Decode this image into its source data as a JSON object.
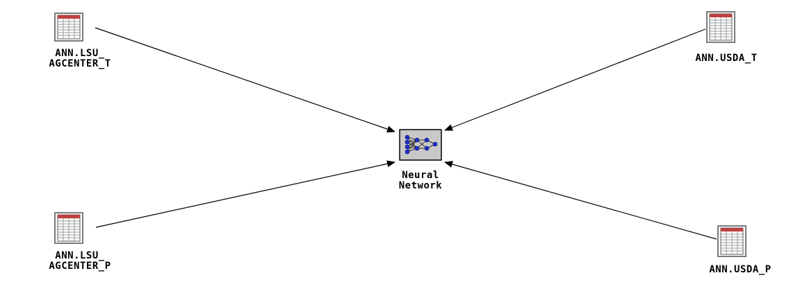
{
  "nodes": {
    "lsu_agcenter_t": {
      "label_line1": "ANN.LSU_",
      "label_line2": "AGCENTER_T",
      "icon": "data-table-icon"
    },
    "usda_t": {
      "label_line1": "ANN.USDA_T",
      "icon": "data-table-icon"
    },
    "lsu_agcenter_p": {
      "label_line1": "ANN.LSU_",
      "label_line2": "AGCENTER_P",
      "icon": "data-table-icon"
    },
    "usda_p": {
      "label_line1": "ANN.USDA_P",
      "icon": "data-table-icon"
    },
    "neural_network": {
      "label_line1": "Neural",
      "label_line2": "Network",
      "icon": "neural-network-icon"
    }
  },
  "edges": [
    {
      "from": "lsu_agcenter_t",
      "to": "neural_network"
    },
    {
      "from": "usda_t",
      "to": "neural_network"
    },
    {
      "from": "lsu_agcenter_p",
      "to": "neural_network"
    },
    {
      "from": "usda_p",
      "to": "neural_network"
    }
  ],
  "colors": {
    "edge": "#000000",
    "icon_frame": "#7a7a7a",
    "icon_header": "#c04040",
    "icon_cell": "#ffffff",
    "icon_grid": "#9a9a9a",
    "nn_bg": "#c8c8c8",
    "nn_node": "#1e2fc8"
  }
}
